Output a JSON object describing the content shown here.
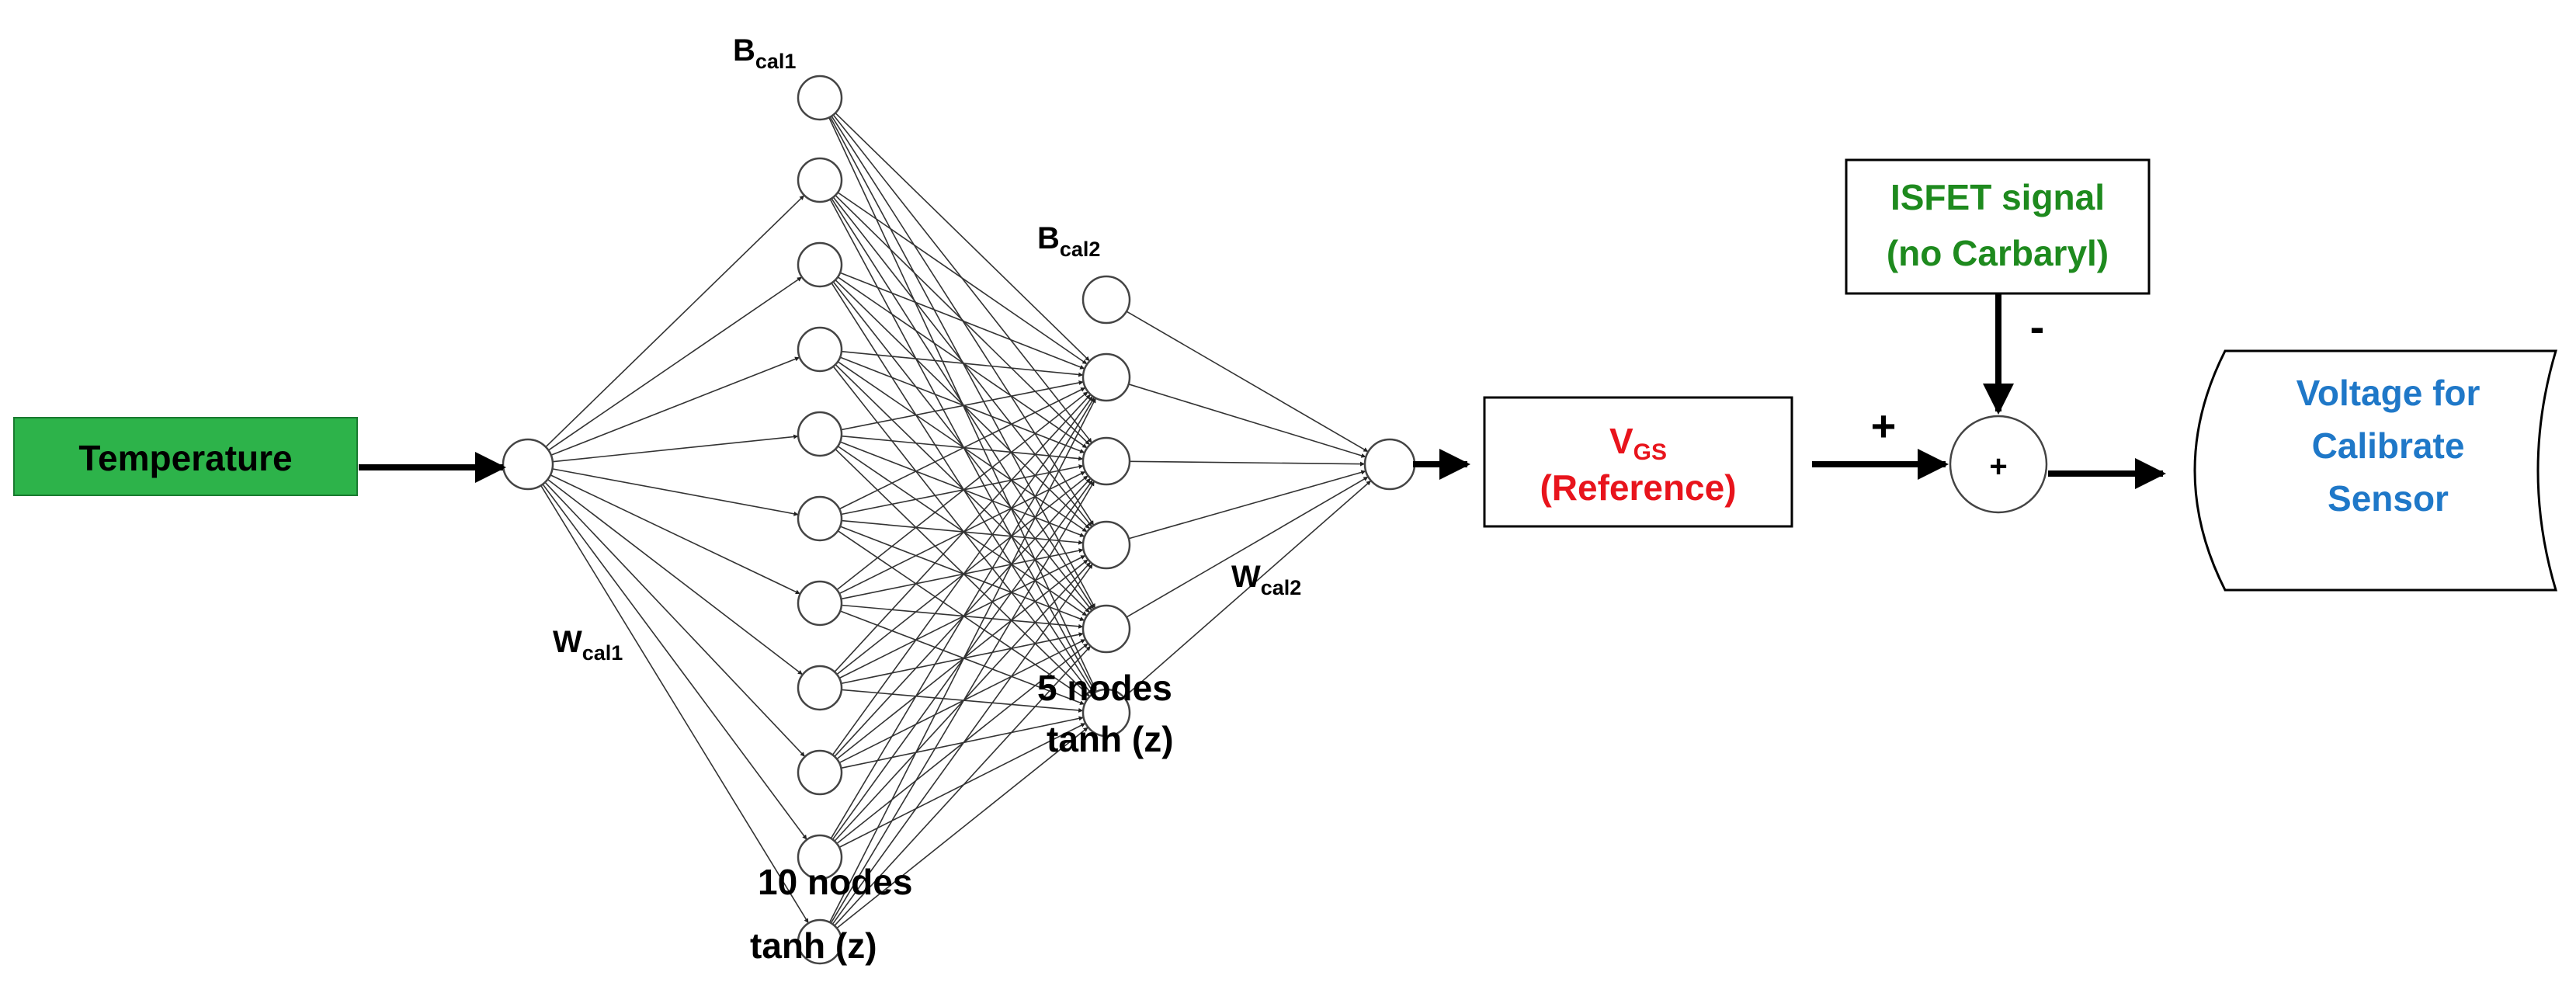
{
  "input": {
    "label": "Temperature",
    "fill": "#2db34a"
  },
  "labels": {
    "b1_main": "B",
    "b1_sub": "cal1",
    "b2_main": "B",
    "b2_sub": "cal2",
    "w1_main": "W",
    "w1_sub": "cal1",
    "w2_main": "W",
    "w2_sub": "cal2",
    "layer1_line1": "10 nodes",
    "layer1_line2": "tanh (z)",
    "layer2_line1": "5 nodes",
    "layer2_line2": "tanh (z)"
  },
  "vgs": {
    "main": "V",
    "sub": "GS",
    "line2": "(Reference)",
    "color": "#e8141c"
  },
  "isfet": {
    "line1": "ISFET signal",
    "line2": "(no Carbaryl)",
    "color": "#1e8a1e"
  },
  "summing": {
    "symbol": "+",
    "plus_input": "+",
    "minus_input": "-"
  },
  "output": {
    "line1": "Voltage for",
    "line2": "Calibrate",
    "line3": "Sensor",
    "color": "#1f78c8"
  },
  "network": {
    "hidden1_nodes": 10,
    "hidden2_nodes": 5
  }
}
